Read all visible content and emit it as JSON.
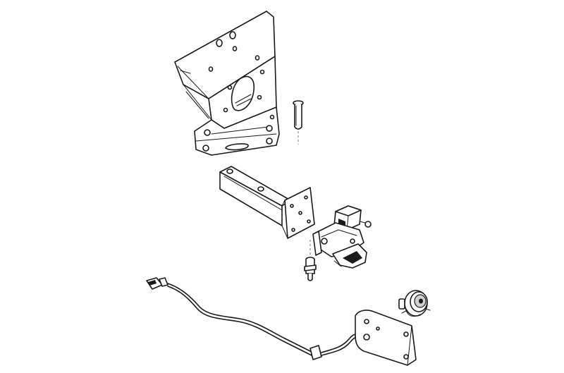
{
  "diagram": {
    "kind": "exploded-view",
    "line_color": "#1a1a1a",
    "background": "#ffffff",
    "parts": [
      {
        "id": "mounting-bracket",
        "icon": "bracket-icon"
      },
      {
        "id": "clevis-pin",
        "icon": "pin-icon"
      },
      {
        "id": "drawbar-tube",
        "icon": "tube-icon"
      },
      {
        "id": "hitch-coupler",
        "icon": "coupler-icon"
      },
      {
        "id": "lower-pin",
        "icon": "pin-icon"
      },
      {
        "id": "wiring-harness",
        "icon": "cable-icon"
      },
      {
        "id": "connector-plate",
        "icon": "plate-icon"
      },
      {
        "id": "socket-housing",
        "icon": "socket-icon"
      }
    ]
  }
}
